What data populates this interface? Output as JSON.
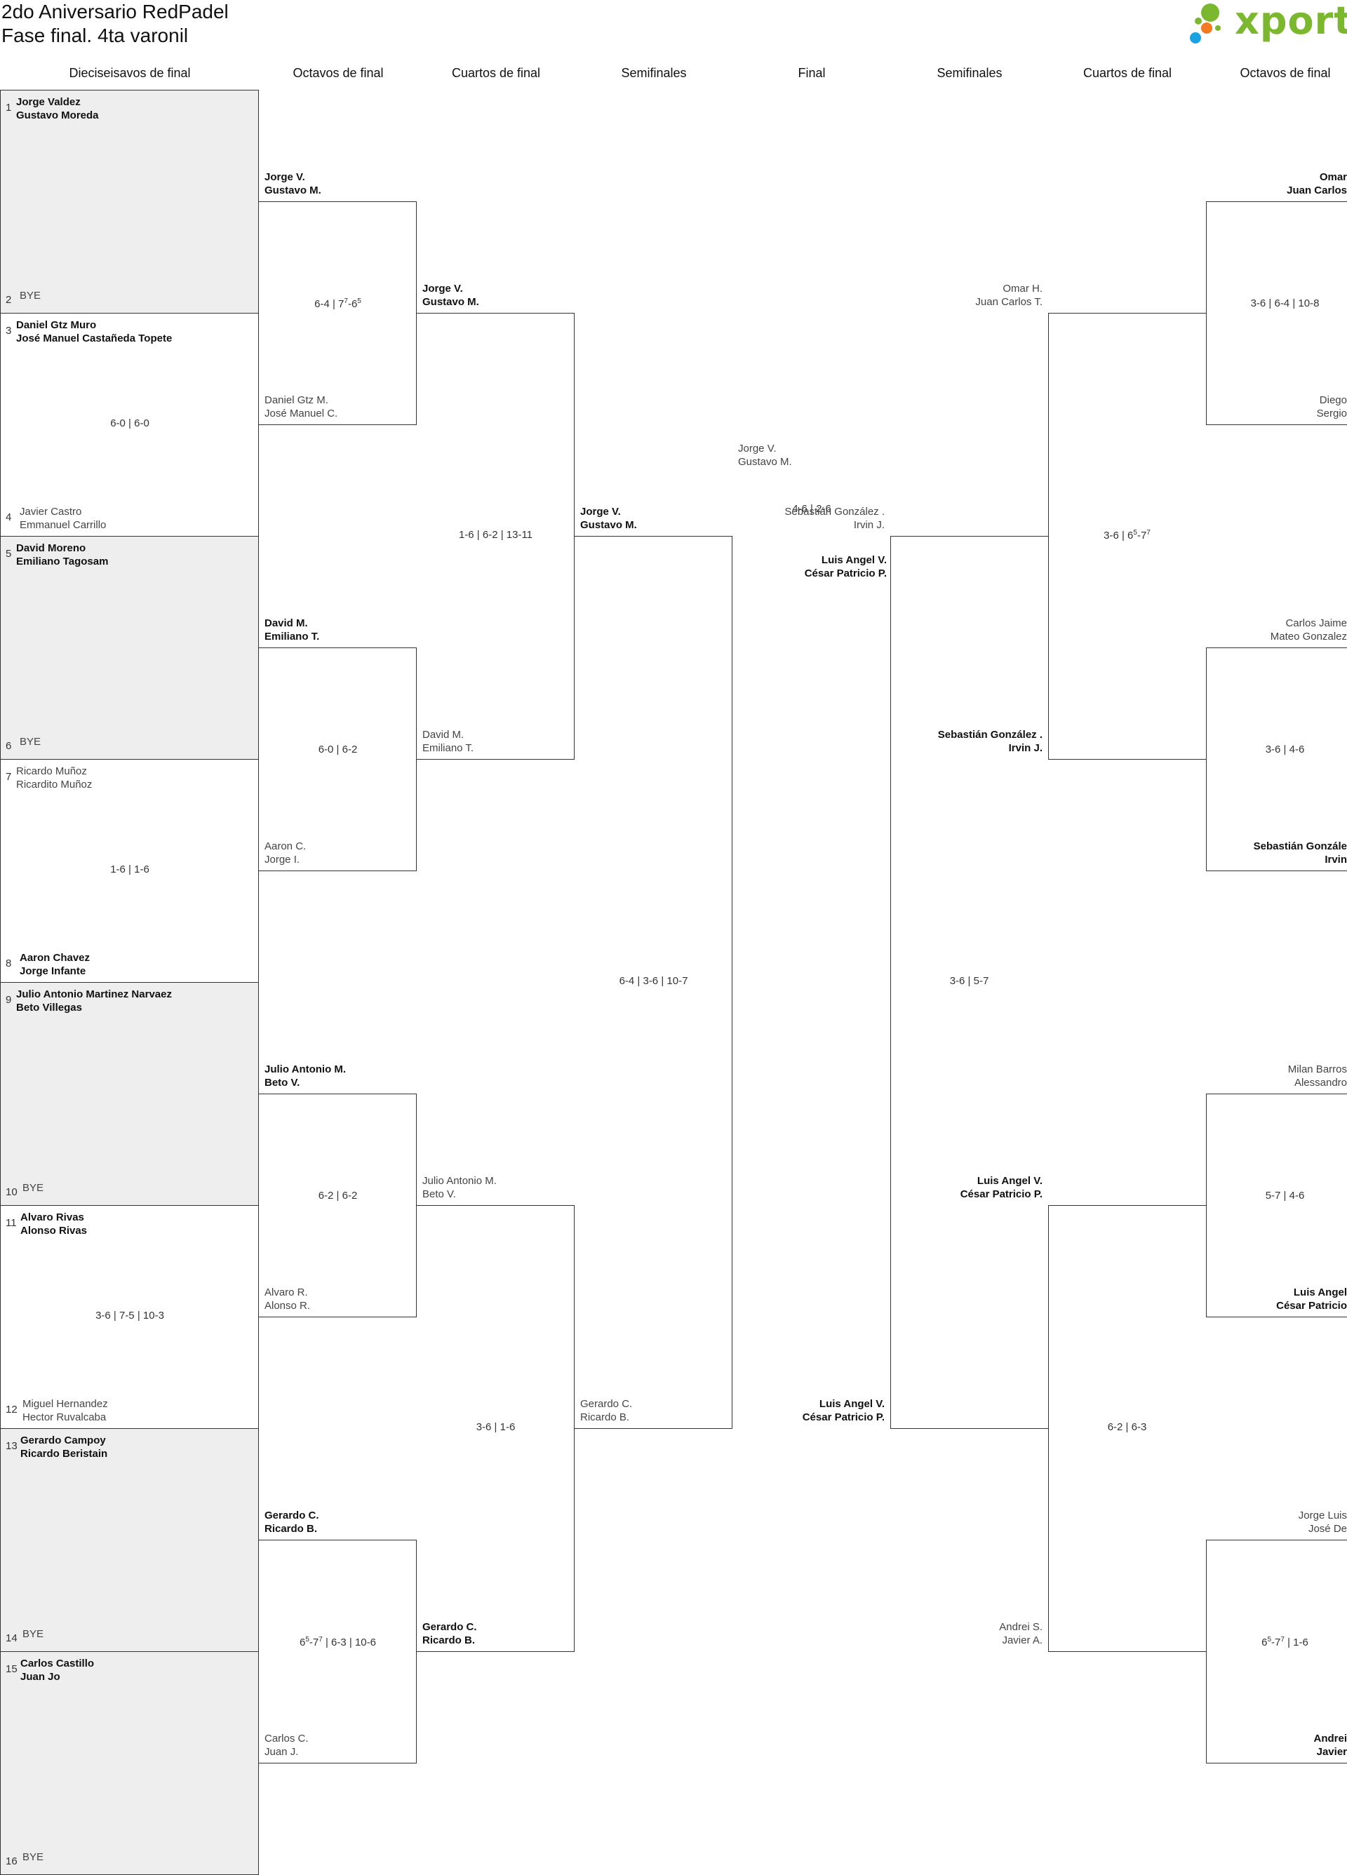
{
  "title": {
    "line1": "2do Aniversario RedPadel",
    "line2": "Fase final. 4ta varonil"
  },
  "logo": {
    "text": "xporty",
    "colors": [
      "#7cb82f",
      "#f47920",
      "#1aa3e0"
    ]
  },
  "headers": [
    "Dieciseisavos de final",
    "Octavos de final",
    "Cuartos de final",
    "Semifinales",
    "Final",
    "Semifinales",
    "Cuartos de final",
    "Octavos de final"
  ],
  "r0": [
    {
      "seed_a": "1",
      "a1": "Jorge Valdez",
      "a2": "Gustavo Moreda",
      "seed_b": "2",
      "b1": "BYE",
      "b2": "",
      "score": "",
      "winner": "a",
      "bye": true
    },
    {
      "seed_a": "3",
      "a1": "Daniel Gtz Muro",
      "a2": "José Manuel Castañeda Topete",
      "seed_b": "4",
      "b1": "Javier Castro",
      "b2": "Emmanuel Carrillo",
      "score": "6-0 | 6-0",
      "winner": "a",
      "bye": false
    },
    {
      "seed_a": "5",
      "a1": "David Moreno",
      "a2": "Emiliano Tagosam",
      "seed_b": "6",
      "b1": "BYE",
      "b2": "",
      "score": "",
      "winner": "a",
      "bye": true
    },
    {
      "seed_a": "7",
      "a1": "Ricardo Muñoz",
      "a2": "Ricardito Muñoz",
      "seed_b": "8",
      "b1": "Aaron Chavez",
      "b2": "Jorge Infante",
      "score": "1-6 | 1-6",
      "winner": "b",
      "bye": false
    },
    {
      "seed_a": "9",
      "a1": "Julio Antonio Martinez Narvaez",
      "a2": "Beto Villegas",
      "seed_b": "10",
      "b1": "BYE",
      "b2": "",
      "score": "",
      "winner": "a",
      "bye": true
    },
    {
      "seed_a": "11",
      "a1": "Alvaro Rivas",
      "a2": "Alonso Rivas",
      "seed_b": "12",
      "b1": "Miguel Hernandez",
      "b2": "Hector Ruvalcaba",
      "score": "3-6 | 7-5 | 10-3",
      "winner": "a",
      "bye": false
    },
    {
      "seed_a": "13",
      "a1": "Gerardo Campoy",
      "a2": "Ricardo Beristain",
      "seed_b": "14",
      "b1": "BYE",
      "b2": "",
      "score": "",
      "winner": "a",
      "bye": true
    },
    {
      "seed_a": "15",
      "a1": "Carlos Castillo",
      "a2": "Juan Jo",
      "seed_b": "16",
      "b1": "BYE",
      "b2": "",
      "score": "",
      "winner": "a",
      "bye": true
    }
  ],
  "left_rounds": [
    [
      {
        "a1": "Jorge V.",
        "a2": "Gustavo M.",
        "b1": "Daniel Gtz M.",
        "b2": "José Manuel C.",
        "score": "6-4 | 7^7-6^5",
        "winner": "a"
      },
      {
        "a1": "David M.",
        "a2": "Emiliano T.",
        "b1": "Aaron C.",
        "b2": "Jorge I.",
        "score": "6-0 | 6-2",
        "winner": "a"
      },
      {
        "a1": "Julio Antonio M.",
        "a2": "Beto V.",
        "b1": "Alvaro R.",
        "b2": "Alonso R.",
        "score": "6-2 | 6-2",
        "winner": "a"
      },
      {
        "a1": "Gerardo C.",
        "a2": "Ricardo B.",
        "b1": "Carlos C.",
        "b2": "Juan J.",
        "score": "6^5-7^7 | 6-3 | 10-6",
        "winner": "a"
      }
    ],
    [
      {
        "a1": "Jorge V.",
        "a2": "Gustavo M.",
        "b1": "David M.",
        "b2": "Emiliano T.",
        "score": "1-6 | 6-2 | 13-11",
        "winner": "a"
      },
      {
        "a1": "Julio Antonio M.",
        "a2": "Beto V.",
        "b1": "Gerardo C.",
        "b2": "Ricardo B.",
        "score": "3-6 | 1-6",
        "winner": "b"
      }
    ],
    [
      {
        "a1": "Jorge V.",
        "a2": "Gustavo M.",
        "b1": "Gerardo C.",
        "b2": "Ricardo B.",
        "score": "6-4 | 3-6 | 10-7",
        "winner": "a"
      }
    ]
  ],
  "final": {
    "a1": "Jorge V.",
    "a2": "Gustavo M.",
    "b1": "Luis Angel V.",
    "b2": "César Patricio P.",
    "score": "4-6 | 2-6",
    "winner": "b"
  },
  "right_rounds": [
    [
      {
        "a1": "Sebastián González .",
        "a2": "Irvin J.",
        "b1": "Luis Angel V.",
        "b2": "César Patricio P.",
        "score": "3-6 | 5-7",
        "winner": "b"
      }
    ],
    [
      {
        "a1": "Omar H.",
        "a2": "Juan Carlos T.",
        "b1": "Sebastián González .",
        "b2": "Irvin J.",
        "score": "3-6 | 6^5-7^7",
        "winner": "b"
      },
      {
        "a1": "Luis Angel V.",
        "a2": "César Patricio P.",
        "b1": "Andrei S.",
        "b2": "Javier A.",
        "score": "6-2 | 6-3",
        "winner": "a"
      }
    ],
    [
      {
        "a1": "Omar",
        "a2": "Juan Carlos",
        "b1": "Diego",
        "b2": "Sergio",
        "score": "3-6 | 6-4 | 10-8",
        "winner": "a"
      },
      {
        "a1": "Carlos Jaime",
        "a2": "Mateo Gonzalez",
        "b1": "Sebastián Gonzále",
        "b2": "Irvin",
        "score": "3-6 | 4-6",
        "winner": "b"
      },
      {
        "a1": "Milan Barros",
        "a2": "Alessandro",
        "b1": "Luis Angel",
        "b2": "César Patricio",
        "score": "5-7 | 4-6",
        "winner": "b"
      },
      {
        "a1": "Jorge Luis",
        "a2": "José De",
        "b1": "Andrei",
        "b2": "Javier",
        "score": "6^5-7^7 | 1-6",
        "winner": "b"
      }
    ]
  ]
}
